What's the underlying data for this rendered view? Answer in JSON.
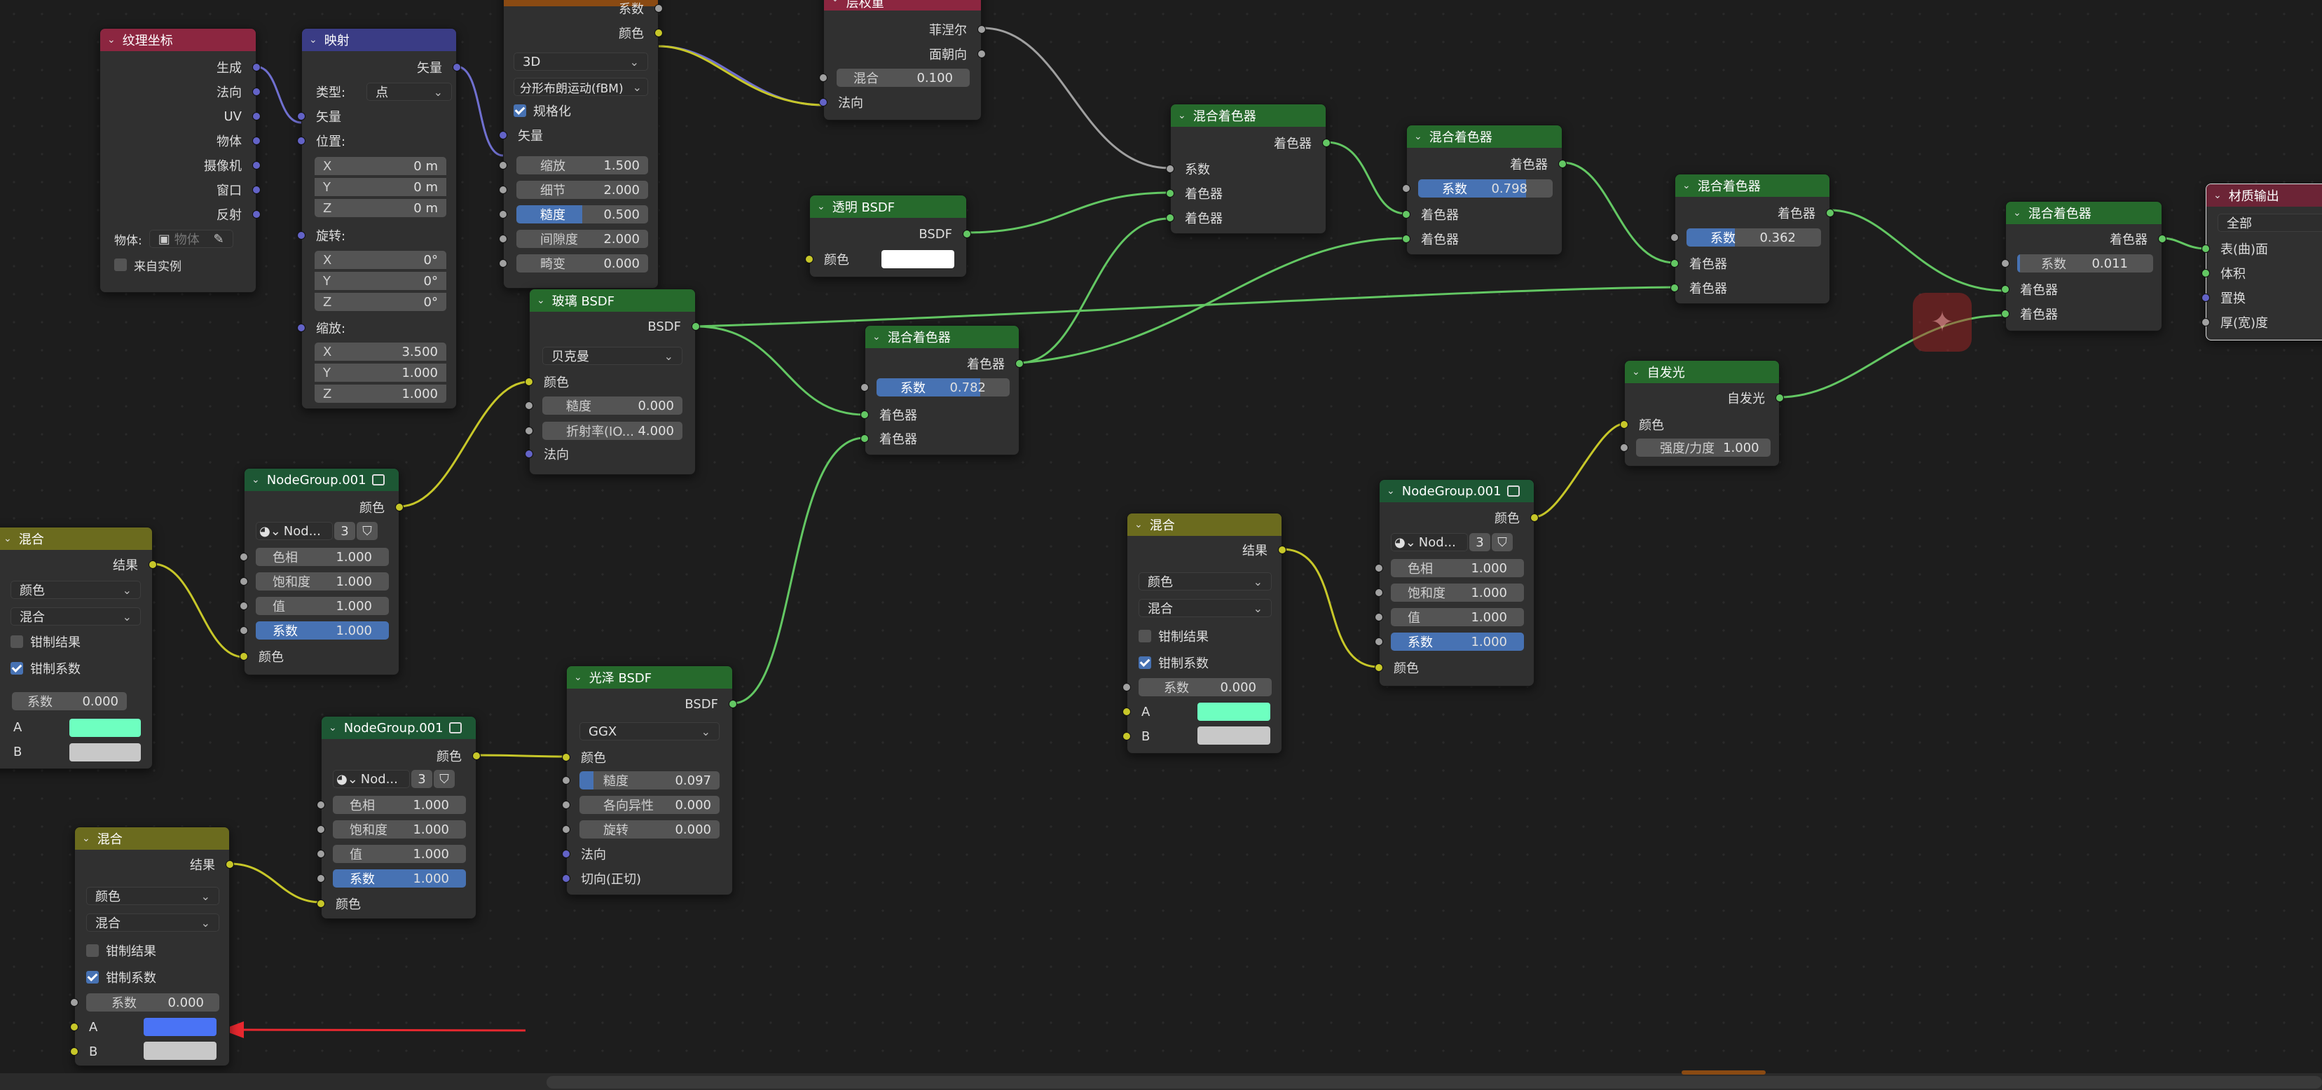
{
  "nodes": {
    "texcoord": {
      "title": "纹理坐标",
      "outputs": [
        "生成",
        "法向",
        "UV",
        "物体",
        "摄像机",
        "窗口",
        "反射"
      ],
      "object_label": "物体:",
      "object_placeholder": "物体",
      "from_instancer": "来自实例"
    },
    "mapping": {
      "title": "映射",
      "out": "矢量",
      "type_label": "类型:",
      "type_value": "点",
      "in_vec": "矢量",
      "loc_label": "位置:",
      "loc": [
        [
          "X",
          "0 m"
        ],
        [
          "Y",
          "0 m"
        ],
        [
          "Z",
          "0 m"
        ]
      ],
      "rot_label": "旋转:",
      "rot": [
        [
          "X",
          "0°"
        ],
        [
          "Y",
          "0°"
        ],
        [
          "Z",
          "0°"
        ]
      ],
      "scale_label": "缩放:",
      "scale": [
        [
          "X",
          "3.500"
        ],
        [
          "Y",
          "1.000"
        ],
        [
          "Z",
          "1.000"
        ]
      ]
    },
    "noise": {
      "out_fac": "系数",
      "out_col": "颜色",
      "dim": "3D",
      "type": "分形布朗运动(fBM)",
      "normalize": "规格化",
      "in_vec": "矢量",
      "fields": [
        [
          "缩放",
          "1.500"
        ],
        [
          "细节",
          "2.000"
        ],
        [
          "糙度",
          "0.500"
        ],
        [
          "间隙度",
          "2.000"
        ],
        [
          "畸变",
          "0.000"
        ]
      ]
    },
    "layerweight": {
      "title": "层权重",
      "out1": "菲涅尔",
      "out2": "面朝向",
      "blend_label": "混合",
      "blend": "0.100",
      "normal": "法向"
    },
    "transparent": {
      "title": "透明 BSDF",
      "out": "BSDF",
      "color": "颜色"
    },
    "glass": {
      "title": "玻璃 BSDF",
      "out": "BSDF",
      "dist": "贝克曼",
      "color": "颜色",
      "rough_label": "糙度",
      "rough": "0.000",
      "ior_label": "折射率(IO...",
      "ior": "4.000",
      "normal": "法向"
    },
    "mix1": {
      "title": "混合着色器",
      "out": "着色器",
      "fac": "系数",
      "in1": "着色器",
      "in2": "着色器"
    },
    "mix2": {
      "title": "混合着色器",
      "out": "着色器",
      "fac_label": "系数",
      "fac": "0.798",
      "in1": "着色器",
      "in2": "着色器"
    },
    "mix3": {
      "title": "混合着色器",
      "out": "着色器",
      "fac_label": "系数",
      "fac": "0.362",
      "in1": "着色器",
      "in2": "着色器"
    },
    "mix4": {
      "title": "混合着色器",
      "out": "着色器",
      "fac_label": "系数",
      "fac": "0.011",
      "in1": "着色器",
      "in2": "着色器"
    },
    "mix5": {
      "title": "混合着色器",
      "out": "着色器",
      "fac_label": "系数",
      "fac": "0.782",
      "in1": "着色器",
      "in2": "着色器"
    },
    "output": {
      "title": "材质输出",
      "target": "全部",
      "surface": "表(曲)面",
      "volume": "体积",
      "disp": "置换",
      "thick": "厚(宽)度"
    },
    "emission": {
      "title": "自发光",
      "out": "自发光",
      "color": "颜色",
      "strength_label": "强度/力度",
      "strength": "1.000"
    },
    "glossy": {
      "title": "光泽 BSDF",
      "out": "BSDF",
      "dist": "GGX",
      "color": "颜色",
      "rough_label": "糙度",
      "rough": "0.097",
      "aniso_label": "各向异性",
      "aniso": "0.000",
      "rot_label": "旋转",
      "rot": "0.000",
      "normal": "法向",
      "tangent": "切向(正切)"
    },
    "group": {
      "title": "NodeGroup.001",
      "out": "颜色",
      "name": "Nod...",
      "users": "3",
      "hue_label": "色相",
      "hue": "1.000",
      "sat_label": "饱和度",
      "sat": "1.000",
      "val_label": "值",
      "val": "1.000",
      "fac_label": "系数",
      "fac": "1.000",
      "in": "颜色"
    },
    "mix": {
      "title": "混合",
      "out": "结果",
      "dtype": "颜色",
      "blend": "混合",
      "clamp_res": "钳制结果",
      "clamp_fac": "钳制系数",
      "fac_label": "系数",
      "fac": "0.000",
      "a": "A",
      "b": "B"
    }
  },
  "colors": {
    "mix_left_a": "#6effc0",
    "mix_right_a": "#6effc0",
    "mix_bottom_a": "#4a73f5",
    "b_color": "#c8c8c8",
    "white": "#ffffff",
    "arrow": "#e8282f"
  }
}
